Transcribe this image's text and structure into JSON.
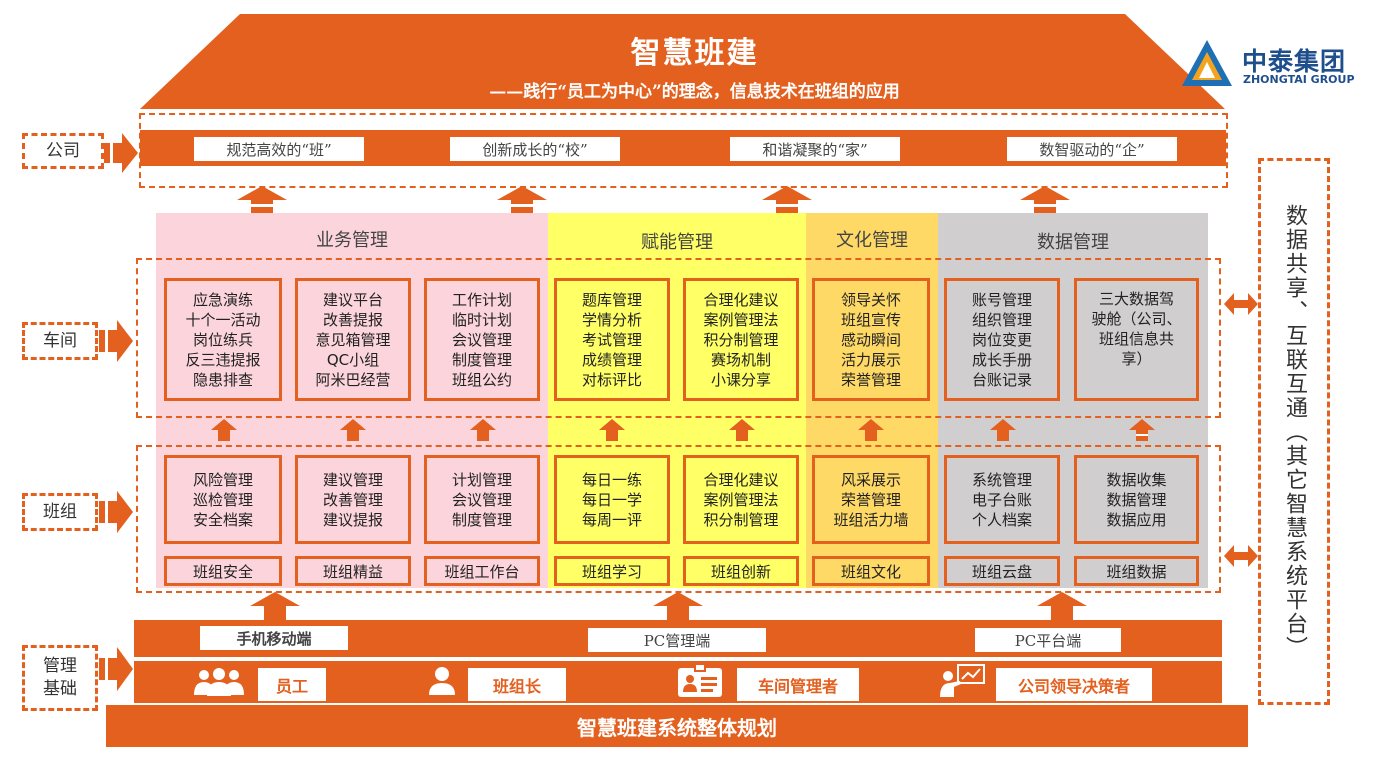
{
  "header": {
    "title": "智慧班建",
    "subtitle": "——践行“员工为中心”的理念，信息技术在班组的应用"
  },
  "brand": {
    "name": "中泰集团",
    "english": "ZHONGTAI GROUP",
    "logo_icon": "triangle-logo-icon"
  },
  "levels": {
    "company": "公司",
    "workshop": "车间",
    "team": "班组",
    "foundation": "管理基础"
  },
  "company_goals": [
    "规范高效的“班”",
    "创新成长的“校”",
    "和谐凝聚的“家”",
    "数智驱动的“企”"
  ],
  "panels": [
    {
      "title": "业务管理",
      "color": "#FBD4DC"
    },
    {
      "title": "赋能管理",
      "color": "#FFFF66"
    },
    {
      "title": "文化管理",
      "color": "#FFD966"
    },
    {
      "title": "数据管理",
      "color": "#D0CECE"
    }
  ],
  "workshop_cards": [
    [
      "应急演练",
      "十个一活动",
      "岗位练兵",
      "反三违提报",
      "隐患排查"
    ],
    [
      "建议平台",
      "改善提报",
      "意见箱管理",
      "QC小组",
      "阿米巴经营"
    ],
    [
      "工作计划",
      "临时计划",
      "会议管理",
      "制度管理",
      "班组公约"
    ],
    [
      "题库管理",
      "学情分析",
      "考试管理",
      "成绩管理",
      "对标评比"
    ],
    [
      "合理化建议",
      "案例管理法",
      "积分制管理",
      "赛场机制",
      "小课分享"
    ],
    [
      "领导关怀",
      "班组宣传",
      "感动瞬间",
      "活力展示",
      "荣誉管理"
    ],
    [
      "账号管理",
      "组织管理",
      "岗位变更",
      "成长手册",
      "台账记录"
    ],
    [
      "三大数据驾",
      "驶舱（公司、",
      "班组信息共",
      "享）"
    ]
  ],
  "team_cards": [
    [
      "风险管理",
      "巡检管理",
      "安全档案"
    ],
    [
      "建议管理",
      "改善管理",
      "建议提报"
    ],
    [
      "计划管理",
      "会议管理",
      "制度管理"
    ],
    [
      "每日一练",
      "每日一学",
      "每周一评"
    ],
    [
      "合理化建议",
      "案例管理法",
      "积分制管理"
    ],
    [
      "风采展示",
      "荣誉管理",
      "班组活力墙"
    ],
    [
      "系统管理",
      "电子台账",
      "个人档案"
    ],
    [
      "数据收集",
      "数据管理",
      "数据应用"
    ]
  ],
  "team_tabs": [
    "班组安全",
    "班组精益",
    "班组工作台",
    "班组学习",
    "班组创新",
    "班组文化",
    "班组云盘",
    "班组数据"
  ],
  "platforms": [
    "手机移动端",
    "PC管理端",
    "PC平台端"
  ],
  "roles": [
    {
      "label": "员工",
      "icon": "group-users-icon"
    },
    {
      "label": "班组长",
      "icon": "user-icon"
    },
    {
      "label": "车间管理者",
      "icon": "id-card-icon"
    },
    {
      "label": "公司领导决策者",
      "icon": "presenter-icon"
    }
  ],
  "footer": "智慧班建系统整体规划",
  "side_panel": "数据共享、互联互通（其它智慧系统平台）",
  "colors": {
    "accent": "#E3601F"
  }
}
